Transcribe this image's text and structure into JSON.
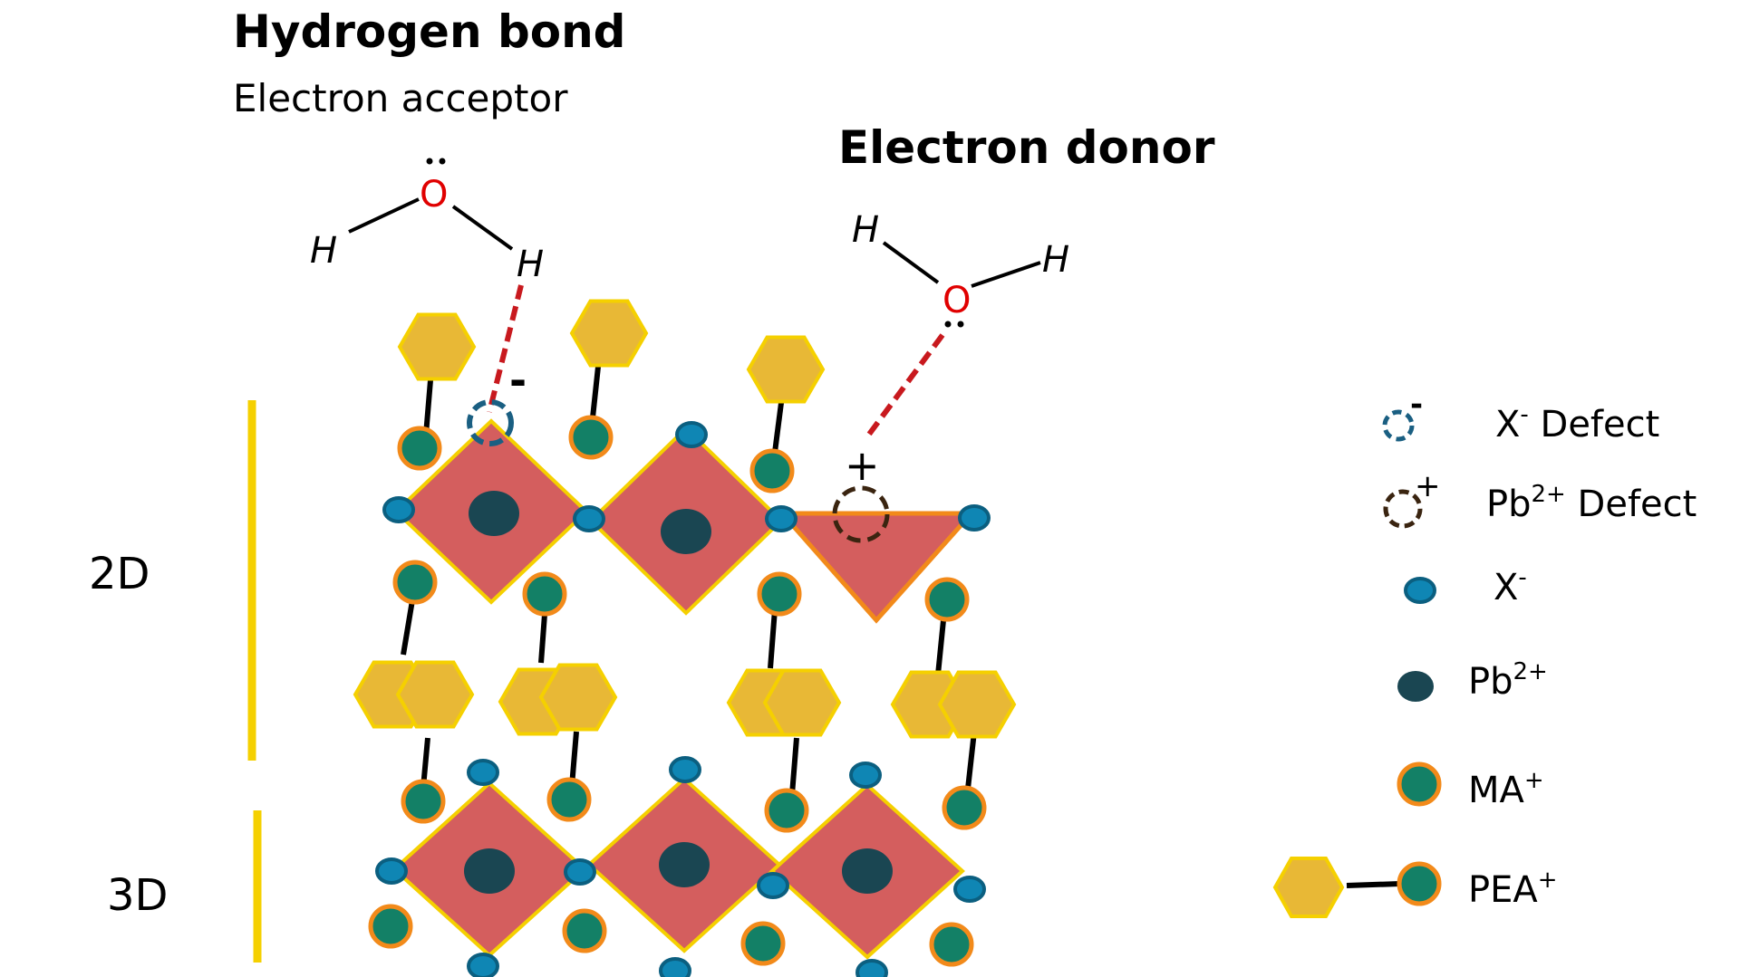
{
  "titles": {
    "hydrogen_bond": "Hydrogen bond",
    "electron_acceptor": "Electron acceptor",
    "electron_donor": "Electron donor"
  },
  "molecules": {
    "left": {
      "h1": "H",
      "o": "O",
      "h2": "H",
      "lone_pair": ":"
    },
    "right": {
      "h1": "H",
      "o": "O",
      "h2": "H",
      "lone_pair": ":"
    }
  },
  "charges": {
    "minus": "-",
    "plus": "+"
  },
  "dimensions": {
    "two_d": "2D",
    "three_d": "3D"
  },
  "legend": {
    "x_defect": {
      "label": "X",
      "sup": "-",
      "suffix": " Defect",
      "icon_charge": "-"
    },
    "pb_defect": {
      "label": "Pb",
      "sup": "2+",
      "suffix": " Defect",
      "icon_charge": "+"
    },
    "x_ion": {
      "label": "X",
      "sup": "-"
    },
    "pb_ion": {
      "label": "Pb",
      "sup": "2+"
    },
    "ma": {
      "label": "MA",
      "sup": "+"
    },
    "pea": {
      "label": "PEA",
      "sup": "+"
    }
  },
  "colors": {
    "octahedron_fill": "#d45e5e",
    "octahedron_stroke": "#f5d000",
    "defect_triangle_stroke": "#f28a1a",
    "pb": "#1a4652",
    "x_ion_fill": "#0f86b4",
    "x_ion_stroke": "#0b5f80",
    "ma_fill": "#138066",
    "ma_stroke": "#f28a1a",
    "pea_hex_fill": "#e8b836",
    "pea_hex_stroke": "#f5d000",
    "h_bond": "#c8191e",
    "x_defect_stroke": "#1a5f82",
    "pb_defect_stroke": "#3a2410",
    "dim_bar": "#f5d000"
  }
}
